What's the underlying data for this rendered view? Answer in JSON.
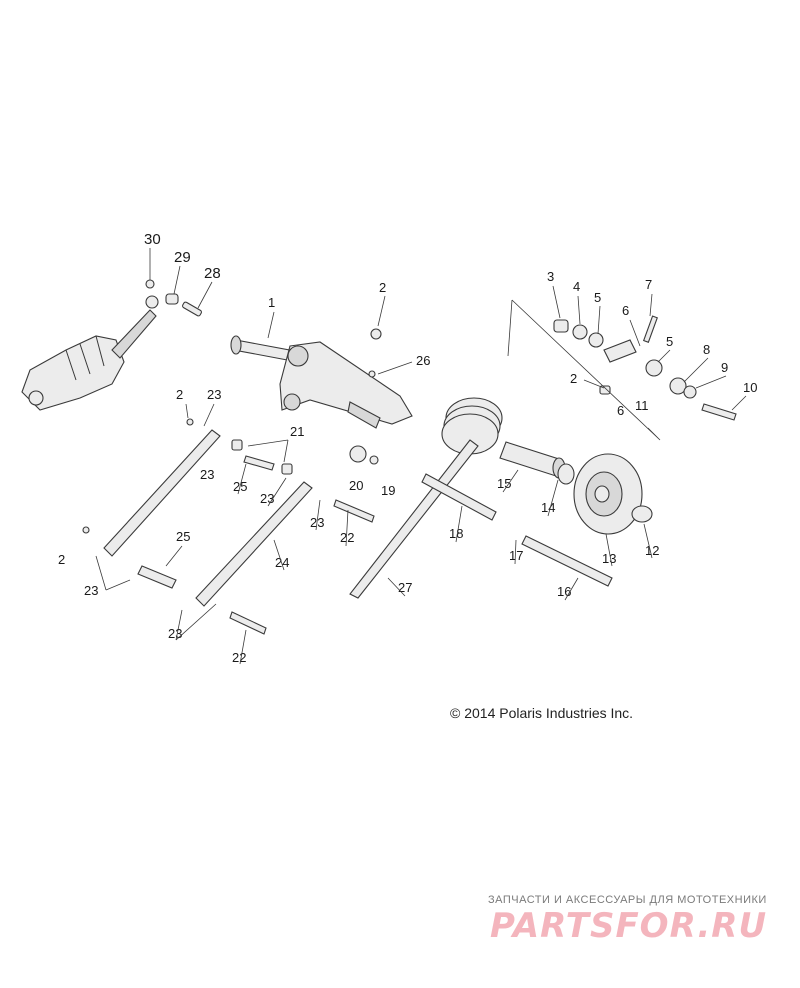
{
  "diagram": {
    "callouts": [
      "1",
      "2",
      "3",
      "4",
      "5",
      "6",
      "7",
      "8",
      "9",
      "10",
      "11",
      "12",
      "13",
      "14",
      "15",
      "16",
      "17",
      "18",
      "19",
      "20",
      "21",
      "22",
      "23",
      "24",
      "25",
      "26",
      "27",
      "28",
      "29",
      "30"
    ],
    "copyright": "© 2014 Polaris Industries Inc."
  },
  "watermark": {
    "tagline": "ЗАПЧАСТИ И АКСЕССУАРЫ ДЛЯ МОТОТЕХНИКИ",
    "brand": "PARTSFOR.RU"
  },
  "colors": {
    "line": "#3a3a3a",
    "watermark_brand": "#f4b5bd"
  }
}
